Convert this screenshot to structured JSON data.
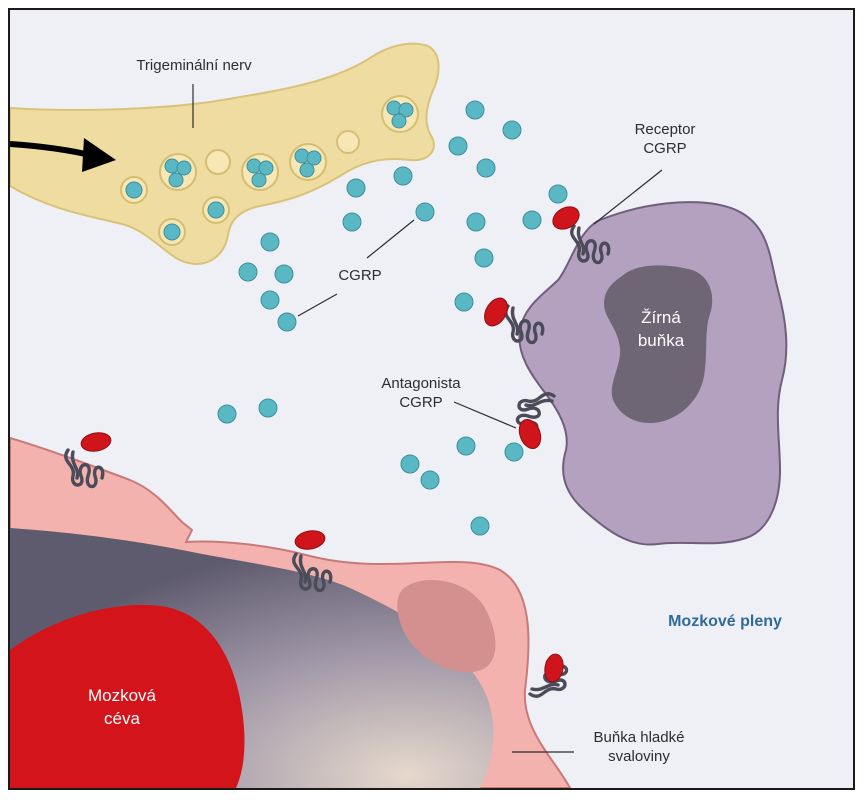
{
  "labels": {
    "trigeminal": "Trigeminální nerv",
    "receptor_line1": "Receptor",
    "receptor_line2": "CGRP",
    "cgrp": "CGRP",
    "mast_line1": "Žírná",
    "mast_line2": "buňka",
    "antagonist_line1": "Antagonista",
    "antagonist_line2": "CGRP",
    "meninges": "Mozkové pleny",
    "vessel_line1": "Mozková",
    "vessel_line2": "céva",
    "smooth_line1": "Buňka hladké",
    "smooth_line2": "svaloviny"
  },
  "colors": {
    "background": "#eef0f6",
    "nerve": "#efdca0",
    "cgrp_dot": "#5ab8c4",
    "mast_cell": "#b4a1c0",
    "mast_nucleus": "#6e6674",
    "vessel_wall": "#f3b2ae",
    "vessel": "#d4141b",
    "receptor_cap": "#d0141c",
    "receptor_coil": "#4b4b59",
    "accent_text": "#2f6a9b"
  }
}
